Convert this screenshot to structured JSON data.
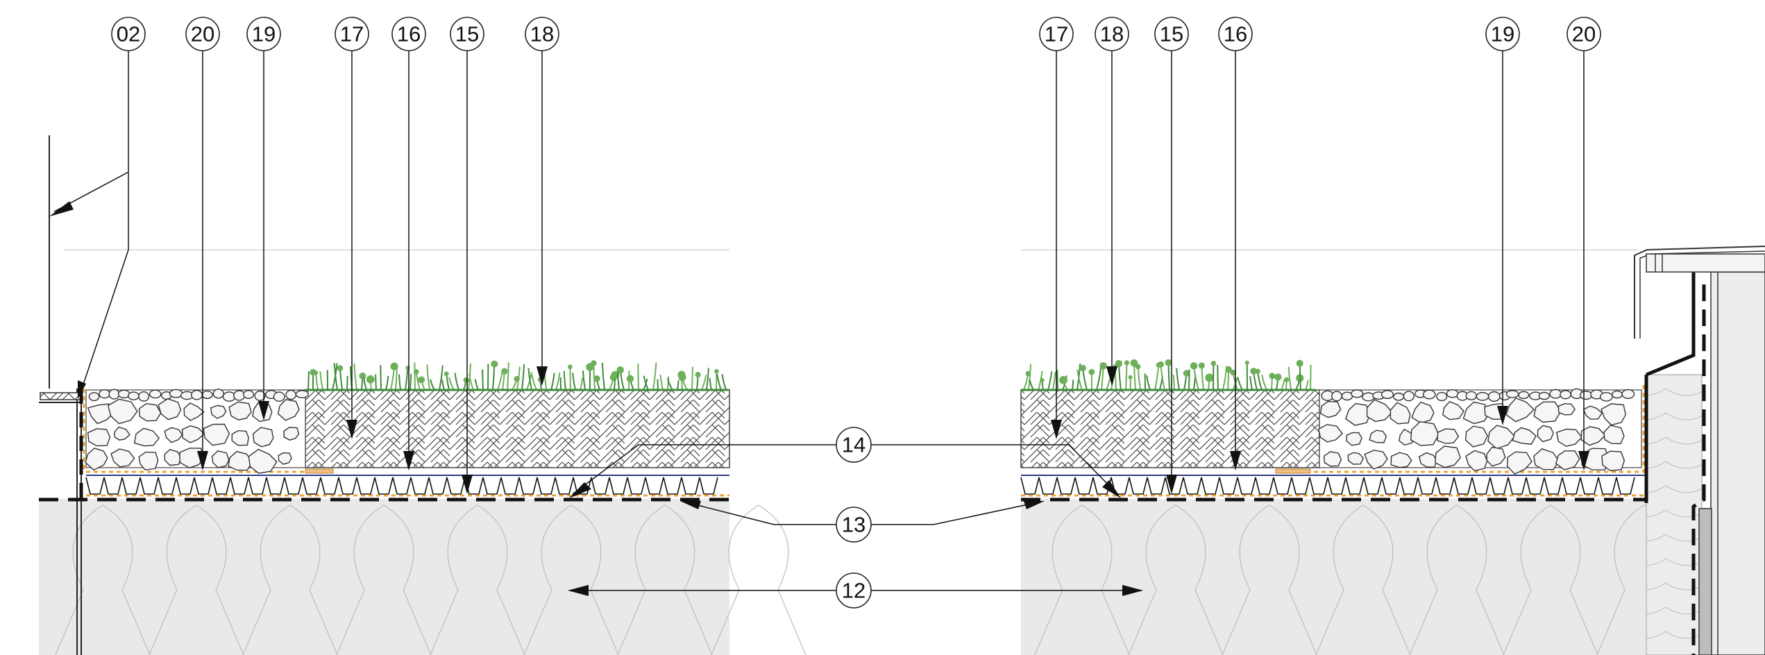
{
  "drawing": {
    "callouts": [
      "02",
      "20",
      "19",
      "17",
      "16",
      "15",
      "18",
      "14",
      "13",
      "12"
    ],
    "left_section": {
      "callouts": [
        "02",
        "20",
        "19",
        "17",
        "16",
        "15",
        "18"
      ]
    },
    "right_section": {
      "callouts": [
        "17",
        "18",
        "15",
        "16",
        "19",
        "20"
      ]
    },
    "center_callouts": [
      "14",
      "13",
      "12"
    ]
  },
  "colors": {
    "insulation": "#e9e9e9",
    "vegetation": "#6db05a",
    "vegetation_dark": "#3f8a3a",
    "filter_fleece": "#f0a030",
    "membrane": "#111111",
    "drainage_line": "#2a3a8a",
    "ink": "#222222",
    "pebble_fill": "#f4f4f4"
  }
}
